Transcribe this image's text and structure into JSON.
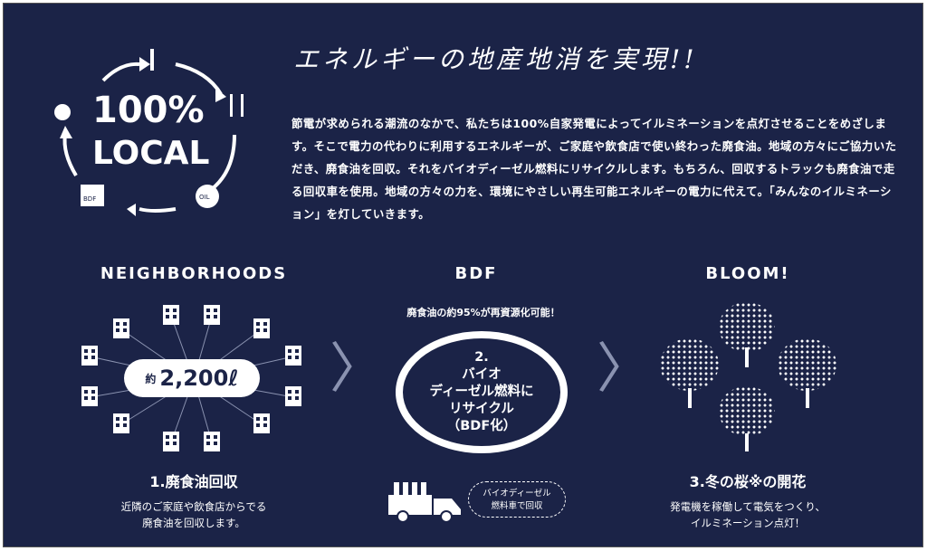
{
  "title": "エネルギーの地産地消を実現!!",
  "logo": {
    "text1": "100%",
    "text2": "LOCAL",
    "bdf": "BDF",
    "oil": "OIL"
  },
  "body": "節電が求められる潮流のなかで、私たちは100%自家発電によってイルミネーションを点灯させることをめざします。そこで電力の代わりに利用するエネルギーが、ご家庭や飲食店で使い終わった廃食油。地域の方々にご協力いただき、廃食油を回収。それをバイオディーゼル燃料にリサイクルします。もちろん、回収するトラックも廃食油で走る回収車を使用。地域の方々の力を、環境にやさしい再生可能エネルギーの電力に代えて。「みんなのイルミネーション」を灯していきます。",
  "steps": [
    {
      "heading": "NEIGHBORHOODS",
      "amount_prefix": "約",
      "amount": "2,200ℓ",
      "subtitle": "1.廃食油回収",
      "caption": "近隣のご家庭や飲食店からでる\n廃食油を回収します。"
    },
    {
      "heading": "BDF",
      "arc_text": "廃食油の約95%が再資源化可能！",
      "cycle_num": "2.",
      "cycle_lines": [
        "バイオ",
        "ディーゼル燃料に",
        "リサイクル",
        "（BDF化）"
      ],
      "bubble": [
        "バイオディーゼル",
        "燃料車で回収"
      ]
    },
    {
      "heading": "BLOOM!",
      "subtitle": "3.冬の桜※の開花",
      "caption": "発電機を稼働して電気をつくり、\nイルミネーション点灯！"
    }
  ]
}
